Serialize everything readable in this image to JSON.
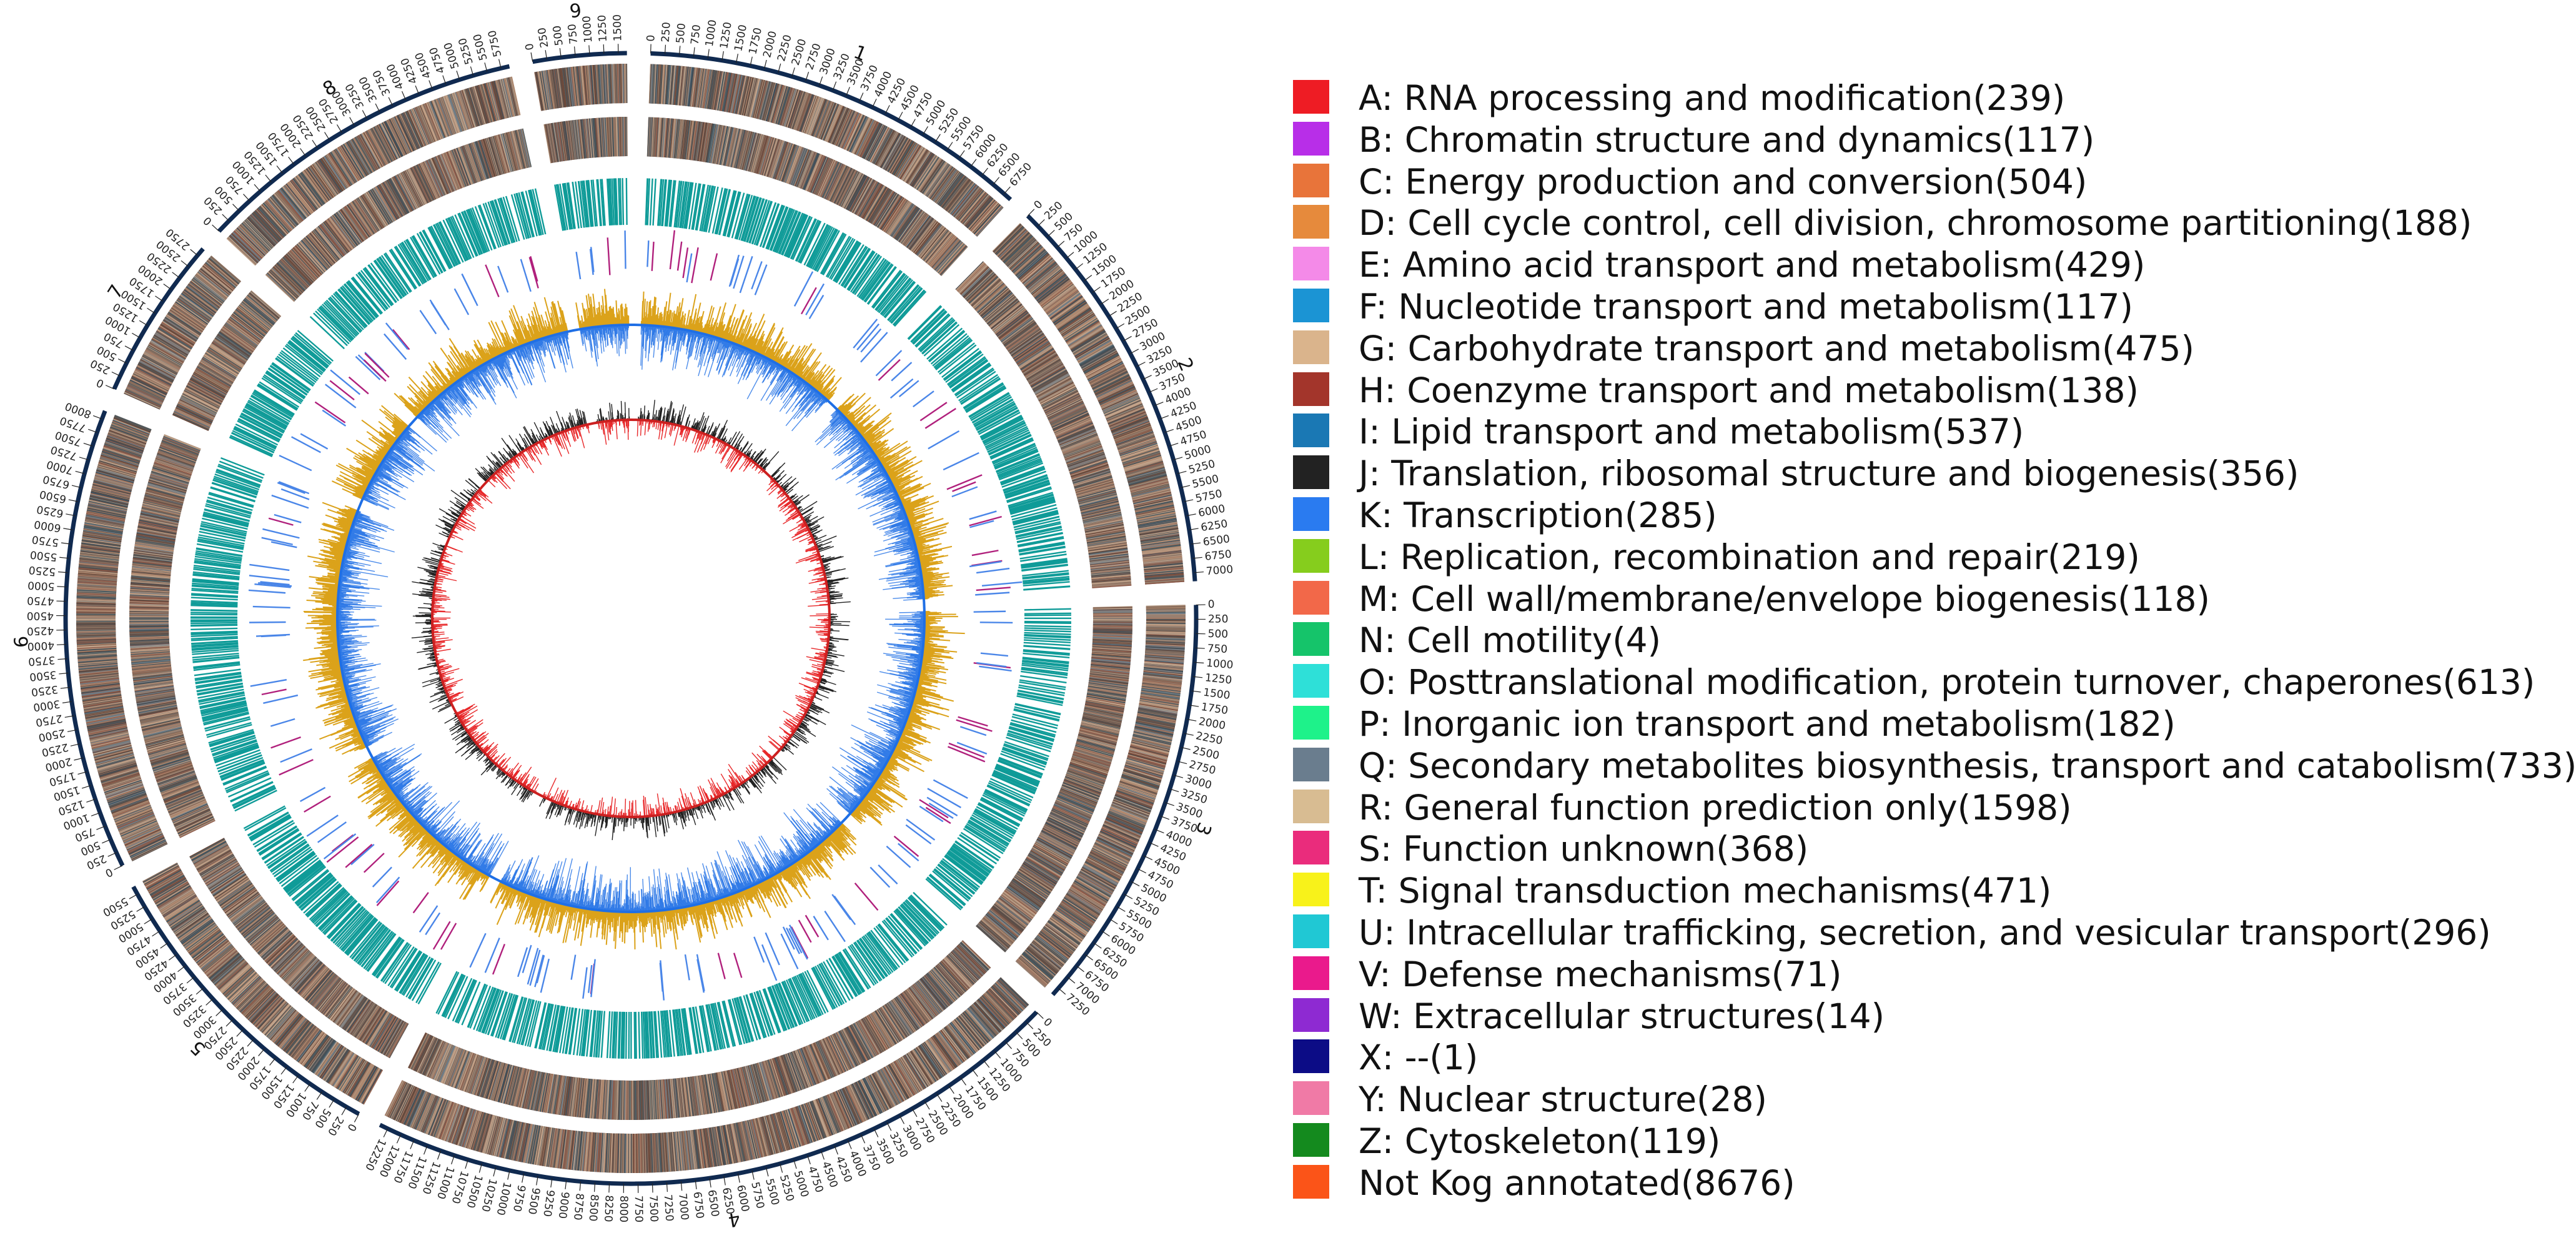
{
  "chart_data": {
    "type": "circos",
    "track_colors": {
      "gc_content_high": "#e8282a",
      "gc_content_low": "#222222",
      "density": "#1f6fe5",
      "density_background": "#dba21a",
      "gene_ring": "#0f9b98",
      "feature_marks": [
        "#4a86e8",
        "#b0207c"
      ],
      "ideogram_outline": "#102a50"
    },
    "chromosomes": [
      {
        "label": "1",
        "ticks": [
          "0",
          "250",
          "500",
          "750",
          "1000",
          "1250",
          "1500",
          "1750",
          "2000",
          "2250",
          "2500",
          "2750",
          "3000",
          "3250",
          "3500",
          "3750",
          "4000",
          "4250",
          "4500",
          "4750",
          "5000",
          "5250",
          "5500",
          "5750",
          "6000",
          "6250",
          "6500",
          "6750"
        ]
      },
      {
        "label": "2",
        "ticks": [
          "0",
          "250",
          "500",
          "750",
          "1000",
          "1250",
          "1500",
          "1750",
          "2000",
          "2250",
          "2500",
          "2750",
          "3000",
          "3250",
          "3500",
          "3750",
          "4000",
          "4250",
          "4500",
          "4750",
          "5000",
          "5250",
          "5500",
          "5750",
          "6000",
          "6250",
          "6500",
          "6750",
          "7000"
        ]
      },
      {
        "label": "3",
        "ticks": [
          "0",
          "250",
          "500",
          "750",
          "1000",
          "1250",
          "1500",
          "1750",
          "2000",
          "2250",
          "2500",
          "2750",
          "3000",
          "3250",
          "3500",
          "3750",
          "4000",
          "4250",
          "4500",
          "4750",
          "5000",
          "5250",
          "5500",
          "5750",
          "6000",
          "6250",
          "6500",
          "6750",
          "7000",
          "7250"
        ]
      },
      {
        "label": "4",
        "ticks": [
          "0",
          "250",
          "500",
          "750",
          "1000",
          "1250",
          "1500",
          "1750",
          "2000",
          "2250",
          "2500",
          "2750",
          "3000",
          "3250",
          "3500",
          "3750",
          "4000",
          "4250",
          "4500",
          "4750",
          "5000",
          "5250",
          "5500",
          "5750",
          "6000",
          "6250",
          "6500",
          "6750",
          "7000",
          "7250",
          "7500",
          "7750",
          "8000",
          "8250",
          "8500",
          "8750",
          "9000",
          "9250",
          "9500",
          "9750",
          "10000",
          "10250",
          "10500",
          "10750",
          "11000",
          "11250",
          "11500",
          "11750",
          "12000",
          "12250"
        ]
      },
      {
        "label": "5",
        "ticks": [
          "0",
          "250",
          "500",
          "750",
          "1000",
          "1250",
          "1500",
          "1750",
          "2000",
          "2250",
          "2500",
          "2750",
          "3000",
          "3250",
          "3500",
          "3750",
          "4000",
          "4250",
          "4500",
          "4750",
          "5000",
          "5250",
          "5500"
        ]
      },
      {
        "label": "6",
        "ticks": [
          "0",
          "250",
          "500",
          "750",
          "1000",
          "1250",
          "1500",
          "1750",
          "2000",
          "2250",
          "2500",
          "2750",
          "3000",
          "3250",
          "3500",
          "3750",
          "4000",
          "4250",
          "4500",
          "4750",
          "5000",
          "5250",
          "5500",
          "5750",
          "6000",
          "6250",
          "6500",
          "6750",
          "7000",
          "7250",
          "7500",
          "7750",
          "8000"
        ]
      },
      {
        "label": "7",
        "ticks": [
          "0",
          "250",
          "500",
          "750",
          "1000",
          "1250",
          "1500",
          "1750",
          "2000",
          "2250",
          "2500",
          "2750"
        ]
      },
      {
        "label": "8",
        "ticks": [
          "0",
          "250",
          "500",
          "750",
          "1000",
          "1250",
          "1500",
          "1750",
          "2000",
          "2250",
          "2500",
          "2750",
          "3000",
          "3250",
          "3500",
          "3750",
          "4000",
          "4250",
          "4500",
          "4750",
          "5000",
          "5250",
          "5500",
          "5750"
        ]
      },
      {
        "label": "9",
        "ticks": [
          "0",
          "250",
          "500",
          "750",
          "1000",
          "1250",
          "1500"
        ]
      }
    ],
    "legend": [
      {
        "label": "A: RNA processing and modification(239)",
        "color": "#ee1c24"
      },
      {
        "label": "B: Chromatin structure and dynamics(117)",
        "color": "#b82ee8"
      },
      {
        "label": "C: Energy production and conversion(504)",
        "color": "#e8743a"
      },
      {
        "label": "D: Cell cycle control, cell division, chromosome partitioning(188)",
        "color": "#e68a3c"
      },
      {
        "label": "E: Amino acid transport and metabolism(429)",
        "color": "#f48ae8"
      },
      {
        "label": "F: Nucleotide transport and metabolism(117)",
        "color": "#1b94d4"
      },
      {
        "label": "G: Carbohydrate transport and metabolism(475)",
        "color": "#dab48c"
      },
      {
        "label": "H: Coenzyme transport and metabolism(138)",
        "color": "#a3352b"
      },
      {
        "label": "I: Lipid transport and metabolism(537)",
        "color": "#1a78b4"
      },
      {
        "label": "J: Translation, ribosomal structure and biogenesis(356)",
        "color": "#222222"
      },
      {
        "label": "K: Transcription(285)",
        "color": "#2a7bf0"
      },
      {
        "label": "L: Replication, recombination and repair(219)",
        "color": "#86cd1d"
      },
      {
        "label": "M: Cell wall/membrane/envelope biogenesis(118)",
        "color": "#f26849"
      },
      {
        "label": "N: Cell motility(4)",
        "color": "#15c46a"
      },
      {
        "label": "O: Posttranslational modification, protein turnover, chaperones(613)",
        "color": "#2ee0d8"
      },
      {
        "label": "P: Inorganic ion transport and metabolism(182)",
        "color": "#1ef28a"
      },
      {
        "label": "Q: Secondary metabolites biosynthesis, transport and catabolism(733)",
        "color": "#6a7d8e"
      },
      {
        "label": "R: General function prediction only(1598)",
        "color": "#d8bc92"
      },
      {
        "label": "S: Function unknown(368)",
        "color": "#ea2c7c"
      },
      {
        "label": "T: Signal transduction mechanisms(471)",
        "color": "#f8f21a"
      },
      {
        "label": "U: Intracellular trafficking, secretion, and vesicular transport(296)",
        "color": "#20c8d4"
      },
      {
        "label": "V: Defense mechanisms(71)",
        "color": "#ea1a8c"
      },
      {
        "label": "W: Extracellular structures(14)",
        "color": "#8e2ad2"
      },
      {
        "label": "X: --(1)",
        "color": "#0c0c86"
      },
      {
        "label": "Y: Nuclear structure(28)",
        "color": "#f07aa6"
      },
      {
        "label": "Z: Cytoskeleton(119)",
        "color": "#148a1e"
      },
      {
        "label": "Not Kog annotated(8676)",
        "color": "#fb5418"
      }
    ]
  }
}
